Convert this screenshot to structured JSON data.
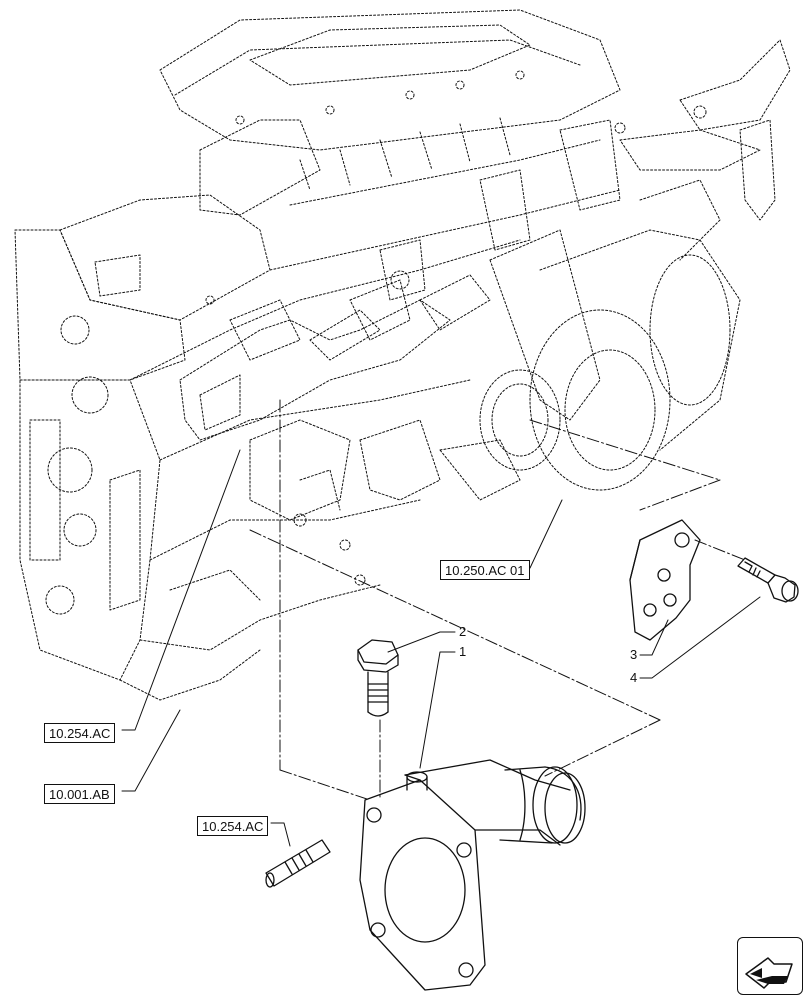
{
  "diagram": {
    "callouts": [
      "1",
      "2",
      "3",
      "4"
    ],
    "references": [
      "10.250.AC 01",
      "10.254.AC",
      "10.001.AB",
      "10.254.AC"
    ],
    "nav_icon": "page-navigation-arrow-icon"
  }
}
